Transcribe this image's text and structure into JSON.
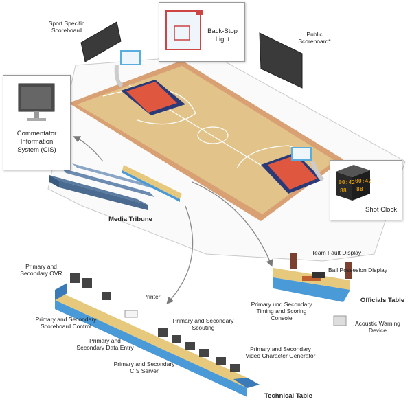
{
  "labels": {
    "sport_specific_scoreboard": [
      "Sport Specific",
      "Scoreboard"
    ],
    "backstop_light": [
      "Back-Stop",
      "Light"
    ],
    "public_scoreboard": [
      "Public",
      "Scoreboard*"
    ],
    "cis": [
      "Commentator",
      "Information",
      "System (CIS)"
    ],
    "shot_clock": "Shot Clock",
    "shot_clock_time": "00:42",
    "shot_clock_digits": "88",
    "media_tribune": "Media Tribune",
    "team_fault_display": "Team Fault Display",
    "ball_possession_display": "Ball Possesion Display",
    "timing_scoring_console": [
      "Primary und Secondary",
      "Timing and Scoring",
      "Console"
    ],
    "officials_table": "Officials Table",
    "acoustic_warning_device": [
      "Acoustic Warning",
      "Device"
    ],
    "ovr": [
      "Primary and",
      "Secondary OVR"
    ],
    "printer": "Printer",
    "scoreboard_control": [
      "Primary and Secondary",
      "Scoreboard Control"
    ],
    "data_entry": [
      "Primary and",
      "Secondary Data Entry"
    ],
    "scouting": [
      "Primary and Secondary",
      "Scouting"
    ],
    "cis_server": [
      "Primary and Secondary",
      "CIS Server"
    ],
    "video_char_gen": [
      "Primary and Secondary",
      "Video Character Generator"
    ],
    "technical_table": "Technical Table"
  },
  "colors": {
    "court_wood": "#e2c48a",
    "court_apron": "#d9a074",
    "paint": "#e0573f",
    "key_navy": "#2a3a78",
    "table_top": "#e6c97c",
    "table_blue": "#4a9ad8",
    "line": "#888888"
  }
}
